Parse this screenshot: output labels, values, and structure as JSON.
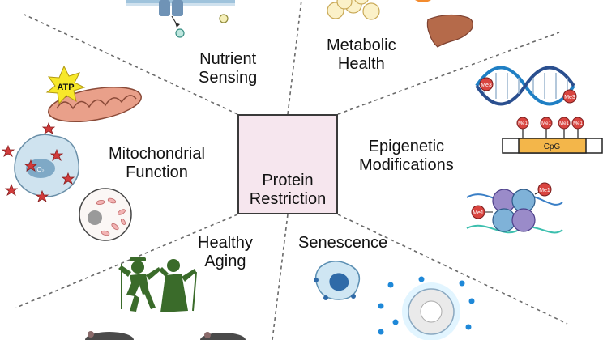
{
  "center": {
    "line1": "Protein",
    "line2": "Restriction",
    "icon": "fruits-vegetables-icon"
  },
  "segments": [
    {
      "id": "nutrient-sensing",
      "line1": "Nutrient",
      "line2": "Sensing",
      "icon": "receptor-icon"
    },
    {
      "id": "metabolic-health",
      "line1": "Metabolic",
      "line2": "Health",
      "icon": "liver-icon"
    },
    {
      "id": "epigenetic-modifications",
      "line1": "Epigenetic",
      "line2": "Modifications",
      "icon": "dna-methylation-icon"
    },
    {
      "id": "senescence",
      "line1": "Senescence",
      "line2": "",
      "icon": "senescent-cell-icon"
    },
    {
      "id": "healthy-aging",
      "line1": "Healthy",
      "line2": "Aging",
      "icon": "dancing-elders-icon"
    },
    {
      "id": "mitochondrial-function",
      "line1": "Mitochondrial",
      "line2": "Function",
      "icon": "mitochondria-icon"
    }
  ],
  "annotations": {
    "atp": "ATP",
    "me3": "Me3",
    "me1": "Me1",
    "cpg": "CpG",
    "o2": "O₂"
  },
  "colors": {
    "center_fill": "#f6e6ee",
    "divider": "#666666",
    "accent_red": "#e0454f",
    "dna_blue": "#2a8fd1",
    "cpg_orange": "#f3b64a"
  }
}
